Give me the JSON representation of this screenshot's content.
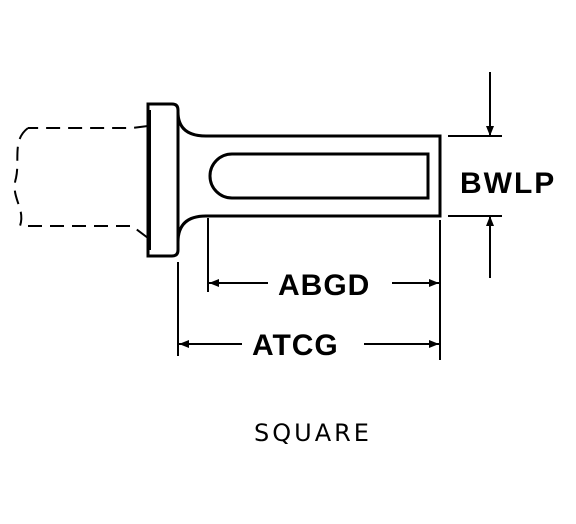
{
  "labels": {
    "height_dimension": "BWLP",
    "inner_length_dimension": "ABGD",
    "overall_length_dimension": "ATCG"
  },
  "caption": "SQUARE",
  "colors": {
    "line": "#000000",
    "background": "#ffffff"
  }
}
